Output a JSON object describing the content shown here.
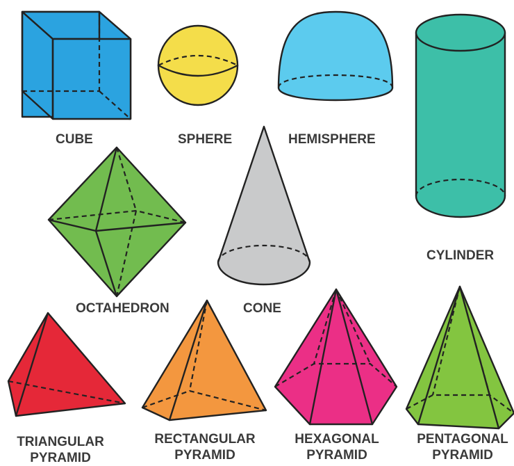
{
  "labels": {
    "cube": "CUBE",
    "sphere": "SPHERE",
    "hemisphere": "HEMISPHERE",
    "cylinder": "CYLINDER",
    "octahedron": "OCTAHEDRON",
    "cone": "CONE",
    "triangular_pyramid": [
      "TRIANGULAR",
      "PYRAMID"
    ],
    "rectangular_pyramid": [
      "RECTANGULAR",
      "PYRAMID"
    ],
    "hexagonal_pyramid": [
      "HEXAGONAL",
      "PYRAMID"
    ],
    "pentagonal_pyramid": [
      "PENTAGONAL",
      "PYRAMID"
    ]
  },
  "colors": {
    "cube": "#2ba3e0",
    "sphere": "#f4dd4a",
    "hemisphere": "#5ccbee",
    "cylinder": "#3dbfa8",
    "octahedron": "#72bc4f",
    "cone": "#c9cacb",
    "triangular_pyramid": "#e52838",
    "rectangular_pyramid": "#f3973f",
    "hexagonal_pyramid": "#eb2f86",
    "pentagonal_pyramid": "#83c540",
    "outline": "#222222",
    "label_text": "#3a3a3a"
  }
}
